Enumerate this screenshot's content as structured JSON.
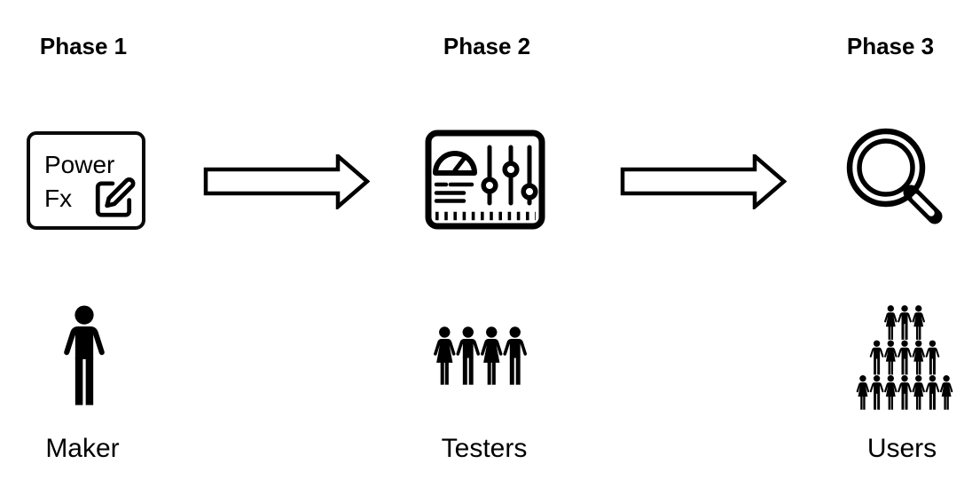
{
  "canvas": {
    "background": "#ffffff",
    "ink": "#000000"
  },
  "phases": [
    {
      "title": "Phase 1",
      "icon": "powerfx-editor",
      "actor_label": "Maker",
      "actor_group": "maker"
    },
    {
      "title": "Phase 2",
      "icon": "control-panel",
      "actor_label": "Testers",
      "actor_group": "testers"
    },
    {
      "title": "Phase 3",
      "icon": "magnifier",
      "actor_label": "Users",
      "actor_group": "users"
    }
  ],
  "powerfx_box": {
    "line1": "Power",
    "line2": "Fx"
  },
  "connectors": [
    "arrow-right",
    "arrow-right"
  ],
  "people_groups": {
    "maker": {
      "person_height": 120,
      "rows": [
        [
          "man"
        ]
      ]
    },
    "testers": {
      "person_height": 70,
      "rows": [
        [
          "woman",
          "man",
          "woman",
          "man"
        ]
      ]
    },
    "users": {
      "person_height": 41.5,
      "rows": [
        [
          "woman",
          "man",
          "woman"
        ],
        [
          "man",
          "woman",
          "man",
          "woman",
          "man"
        ],
        [
          "woman",
          "man",
          "woman",
          "man",
          "woman",
          "man",
          "woman"
        ]
      ]
    }
  }
}
